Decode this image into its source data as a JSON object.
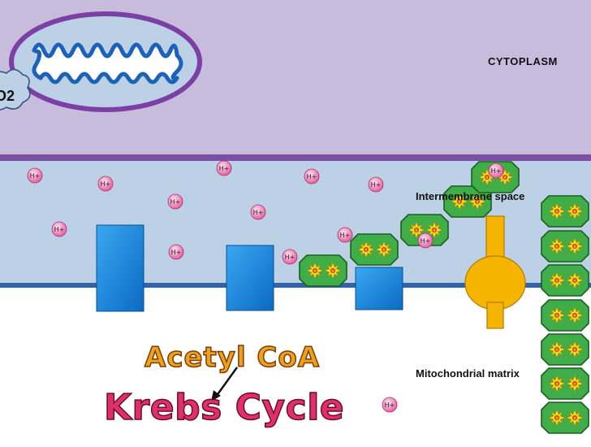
{
  "labels": {
    "cytoplasm": "CYTOPLASM",
    "intermembrane_space": "Intermembrane space",
    "mitochondrial_matrix": "Mitochondrial matrix",
    "o2": "O2",
    "acetyl_coa": "Acetyl CoA",
    "krebs_cycle": "Krebs Cycle"
  },
  "ion_label": "H+",
  "colors": {
    "cytoplasm_bg": "#c8bcdc",
    "intermembrane_bg": "#bcd0e6",
    "outer_membrane": "#7b4fa4",
    "inner_membrane": "#2f64a6",
    "protein_blue": "#1e90e0",
    "atp_synthase": "#f5b400",
    "electron_carrier": "#3fae49",
    "proton_pink": "#f06aa8",
    "acetyl_coa_text": "#f0a020",
    "krebs_cycle_text": "#e0306c"
  }
}
